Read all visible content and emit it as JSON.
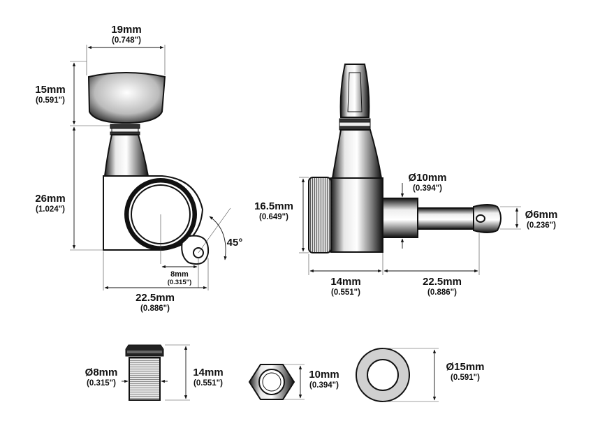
{
  "front_view": {
    "button_width": {
      "value": "19mm",
      "imperial": "(0.748\")"
    },
    "button_height": {
      "value": "15mm",
      "imperial": "(0.591\")"
    },
    "body_height": {
      "value": "26mm",
      "imperial": "(1.024\")"
    },
    "screw_offset": {
      "value": "8mm",
      "imperial": "(0.315\")"
    },
    "total_width": {
      "value": "22.5mm",
      "imperial": "(0.886\")"
    },
    "angle": {
      "value": "45°"
    }
  },
  "side_view": {
    "body_diameter": {
      "value": "16.5mm",
      "imperial": "(0.649\")"
    },
    "shaft_diameter": {
      "value": "Ø10mm",
      "imperial": "(0.394\")"
    },
    "post_diameter": {
      "value": "Ø6mm",
      "imperial": "(0.236\")"
    },
    "body_length": {
      "value": "14mm",
      "imperial": "(0.551\")"
    },
    "post_length": {
      "value": "22.5mm",
      "imperial": "(0.886\")"
    }
  },
  "bushing": {
    "diameter": {
      "value": "Ø8mm",
      "imperial": "(0.315\")"
    },
    "height": {
      "value": "14mm",
      "imperial": "(0.551\")"
    }
  },
  "hex_nut": {
    "size": {
      "value": "10mm",
      "imperial": "(0.394\")"
    }
  },
  "washer": {
    "diameter": {
      "value": "Ø15mm",
      "imperial": "(0.591\")"
    }
  },
  "colors": {
    "ink": "#111111",
    "metal_light": "#ffffff",
    "metal_dark": "#222222",
    "washer": "#d0d0d0"
  }
}
